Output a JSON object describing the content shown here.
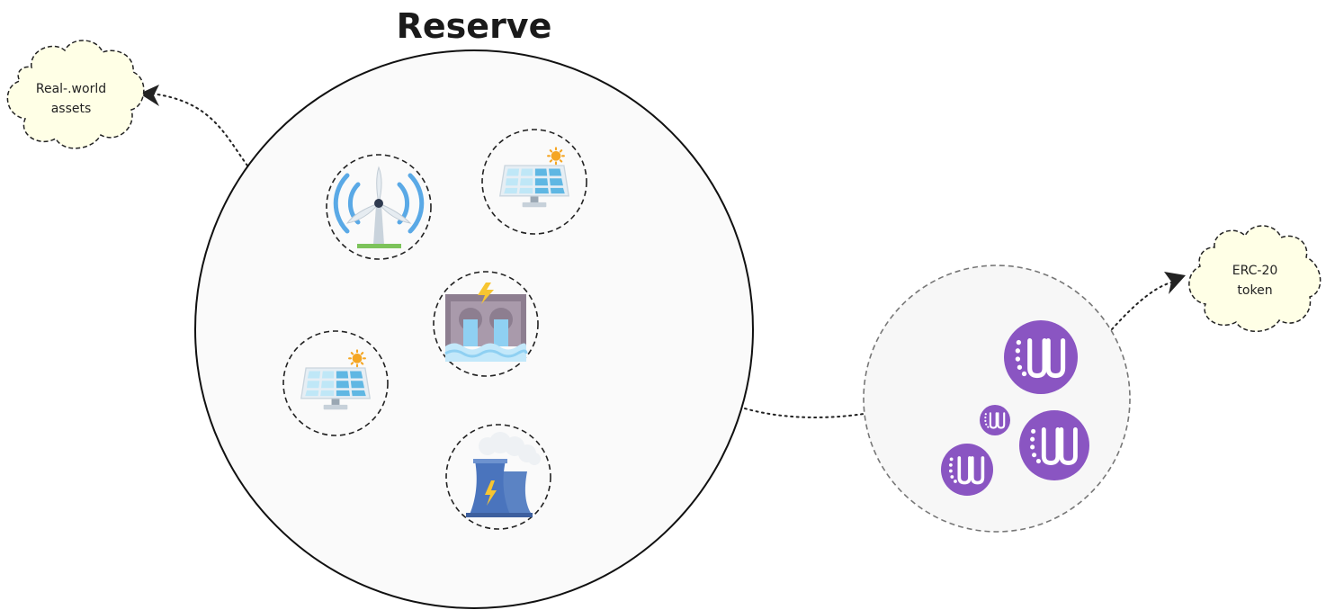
{
  "reserve": {
    "title": "Reserve",
    "assets": [
      {
        "kind": "wind-turbine"
      },
      {
        "kind": "solar-panel"
      },
      {
        "kind": "hydro-dam"
      },
      {
        "kind": "solar-panel"
      },
      {
        "kind": "nuclear-plant"
      }
    ]
  },
  "clouds": {
    "real_world": {
      "line1": "Real-.world",
      "line2": "assets"
    },
    "erc20": {
      "line1": "ERC-20",
      "line2": "token"
    }
  },
  "colors": {
    "cloud_fill": "#ffffe6",
    "token_purple": "#8a55c2",
    "reserve_fill": "#fafafa",
    "token_pool_fill": "#f7f7f7"
  }
}
